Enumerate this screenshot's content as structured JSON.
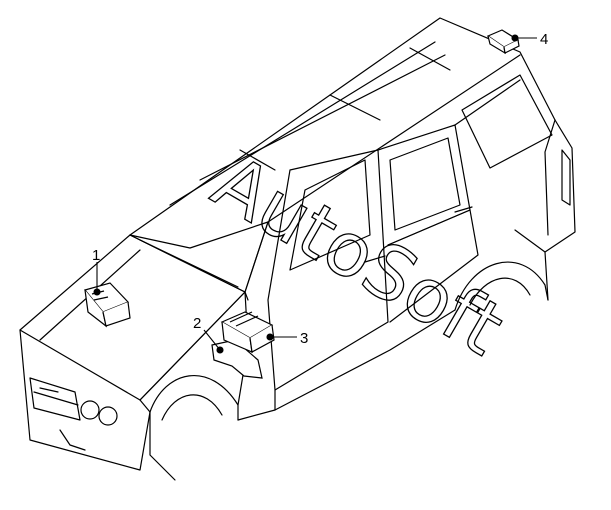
{
  "callouts": [
    {
      "id": "1",
      "label": "1"
    },
    {
      "id": "2",
      "label": "2"
    },
    {
      "id": "3",
      "label": "3"
    },
    {
      "id": "4",
      "label": "4"
    }
  ],
  "watermark": {
    "text": "AutoSoft"
  },
  "colors": {
    "line": "#000000",
    "background": "#ffffff"
  }
}
